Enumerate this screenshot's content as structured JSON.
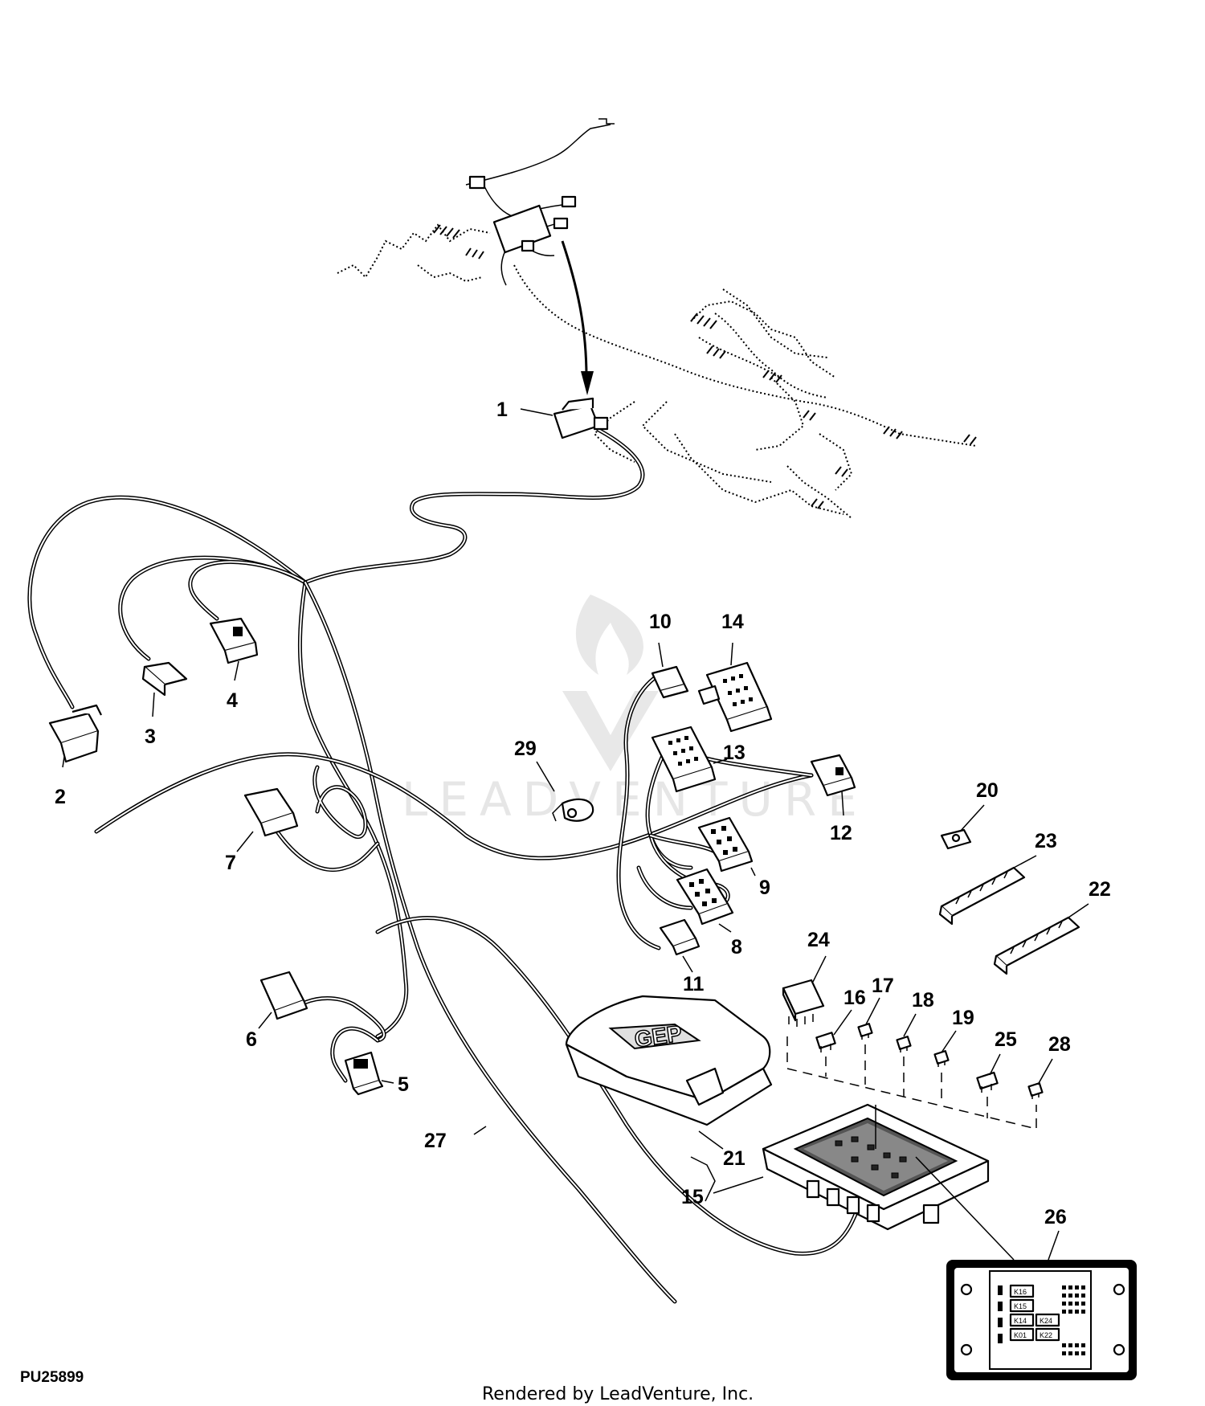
{
  "figure_id": "PU25899",
  "footer_text": "Rendered by LeadVenture, Inc.",
  "watermark_text": "LEADVENTURE",
  "callouts": [
    "1",
    "2",
    "3",
    "4",
    "5",
    "6",
    "7",
    "8",
    "9",
    "10",
    "11",
    "12",
    "13",
    "14",
    "15",
    "16",
    "17",
    "18",
    "19",
    "20",
    "21",
    "22",
    "23",
    "24",
    "25",
    "26",
    "27",
    "28",
    "29"
  ],
  "module_lid_logo": "GEP",
  "fuse_box_detail_labels": [
    "K16",
    "K15",
    "K14",
    "K24",
    "K01",
    "K22"
  ]
}
